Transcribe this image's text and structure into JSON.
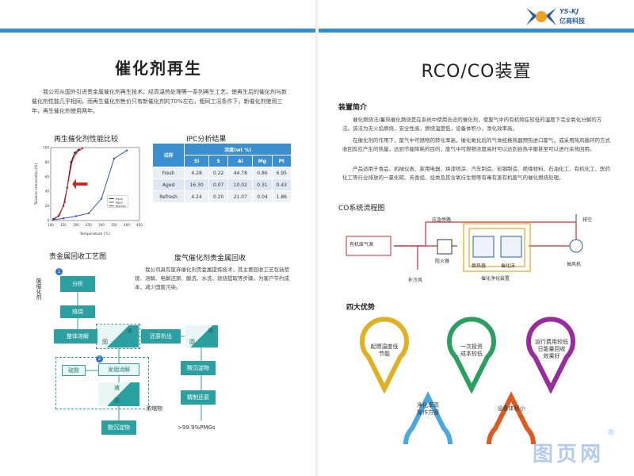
{
  "left": {
    "title": "催化剂再生",
    "intro": "我公司从国外引进贵金属催化剂再生技术，经高温热处理等一系列再生工艺，使再生后的催化剂与新催化剂性能几乎相同，而再生催化剂售价只有新催化剂的70%左右，粗同工况条件下，新催化剂使用三年，再生催化剂使用两年。",
    "chart_section_title": "再生催化剂性能比较",
    "ipc_section_title": "IPC分析结果",
    "recycle_flow_title": "贵金属回收工艺图",
    "exhaust_title": "废气催化剂贵金属回收",
    "exhaust_text": "我公司具有废弃催化剂贵金属提炼技术，其主要回收工艺包括焚烧、溶解、电解还原、酸洗、水洗、烧烧提取等步骤。为客户节约成本，减少固废污染。"
  },
  "ipc_table": {
    "sample_header": "试样",
    "group_header": "浓度(wt %)",
    "columns": [
      "Si",
      "S",
      "Al",
      "Mg",
      "Pt"
    ],
    "rows": [
      {
        "label": "Fresh",
        "values": [
          "4.28",
          "0.22",
          "44.78",
          "0.86",
          "6.95"
        ]
      },
      {
        "label": "Aged",
        "values": [
          "16.30",
          "0.07",
          "10.02",
          "0.31",
          "0.43"
        ]
      },
      {
        "label": "Refresh",
        "values": [
          "4.24",
          "0.20",
          "21.07",
          "0.04",
          "1.86"
        ]
      }
    ]
  },
  "chart_data": {
    "type": "line",
    "xlabel": "Temperature (℃)",
    "ylabel": "Toluene conversion (%)",
    "xlim": [
      100,
      450
    ],
    "ylim": [
      0,
      100
    ],
    "x_ticks": [
      "100",
      "150",
      "200",
      "250",
      "300",
      "350",
      "400",
      "450"
    ],
    "y_ticks": [
      "0",
      "20",
      "40",
      "60",
      "80",
      "100"
    ],
    "series": [
      {
        "name": "Fresh",
        "color": "#1a1a1a",
        "x": [
          110,
          130,
          150,
          165,
          180,
          195,
          210
        ],
        "y": [
          2,
          6,
          20,
          45,
          80,
          93,
          97
        ]
      },
      {
        "name": "Aged",
        "color": "#3355aa",
        "x": [
          110,
          150,
          200,
          250,
          300,
          350,
          400
        ],
        "y": [
          1,
          3,
          6,
          10,
          30,
          85,
          96
        ]
      },
      {
        "name": "Refresh",
        "color": "#cc2222",
        "x": [
          115,
          135,
          155,
          170,
          185,
          200,
          215,
          225
        ],
        "y": [
          2,
          8,
          25,
          55,
          82,
          92,
          97,
          99
        ]
      }
    ],
    "legend": "bottom-right"
  },
  "flow": {
    "side_label": "废催化剂",
    "steps": {
      "analyze": "分析",
      "roast": "焙烧",
      "dissolve": "整体溶解",
      "liquid": "液",
      "solid": "固",
      "reduce": "还原析出",
      "acid": "硫酸",
      "leach": "发烟消解",
      "acid_precip": "酸沉淀物",
      "refine": "精制还原",
      "conc": "浓缩物",
      "final_precip": "酸沉淀物",
      "pmg": ">99.9%PMGs"
    },
    "num1": "1",
    "num2": "2"
  },
  "right": {
    "logo_en": "YS-KJ",
    "logo_cn": "亿商科技",
    "title": "RCO/CO装置",
    "intro_title": "装置简介",
    "para1": "催化燃烧法/蓄热催化燃烧是在系统中使用合适的催化剂，使废气中的有机物在较低的温度下完全氧化分解的方法。该法为无火焰燃烧，安全性高，燃烧温度低，设备体积小，净化效率高。",
    "para2": "在催化剂的作用下，废气中可燃物的转化率高，催化氧化后的气体经换热器预热进口废气，或采用热风循环的方式收回反应产生的热量，达到节能降耗的目的，废气中可燃物浓度高时可以达到自热平衡甚至可以进行余热回用。",
    "para3": "产品适用于食品、机械仪表、家用电器、烘漆喷涂、汽车制造、彩钢制造、绝缘材料、石油化工、有机化工、医药化工等行业排放的一氯化碳、芳香烃、烃类及其含氧衍生物等有毒有害有机废气的催化燃烧处理。",
    "flow_title": "CO系统流程图",
    "diagram": {
      "exhaust": "有机废气源",
      "emergency": "应急旁路",
      "fire": "阻火器",
      "cooling": "补冷风",
      "exchanger": "换热器",
      "catalyst": "催化床",
      "device": "催化净化装置",
      "fan": "抽风机",
      "vent": "排空"
    },
    "adv_title": "四大优势",
    "advantages": [
      "起燃温度低\n节能",
      "净化率高\n操作方便",
      "一次投资\n成本较低",
      "设备体积小",
      "运行费用较低\n日能量回收\n效果好"
    ],
    "watermark": "图页网"
  }
}
